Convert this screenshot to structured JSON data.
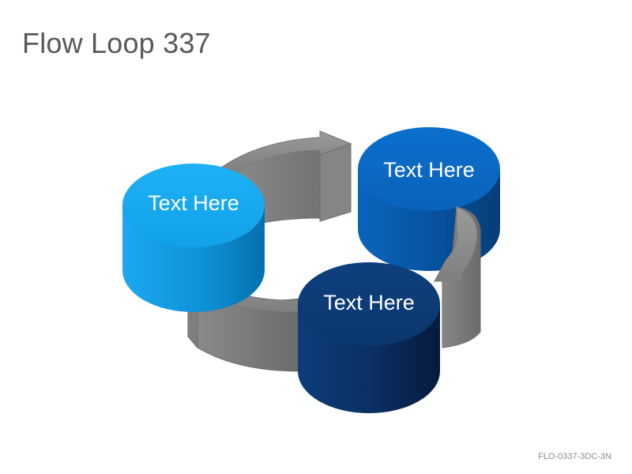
{
  "slide": {
    "title": "Flow Loop 337",
    "footer_code": "FLO-0337-3DC-3N"
  },
  "diagram": {
    "type": "3d-cylinder-flow-loop",
    "nodes": [
      {
        "label": "Text Here",
        "color": "#15a6ec"
      },
      {
        "label": "Text Here",
        "color": "#0a6bc6"
      },
      {
        "label": "Text Here",
        "color": "#0a3b78"
      }
    ],
    "arrows": [
      {
        "from": 1,
        "to": 2
      },
      {
        "from": 2,
        "to": 3
      },
      {
        "from": 3,
        "to": 1
      }
    ],
    "arrow_color": "#8a8a8a"
  }
}
